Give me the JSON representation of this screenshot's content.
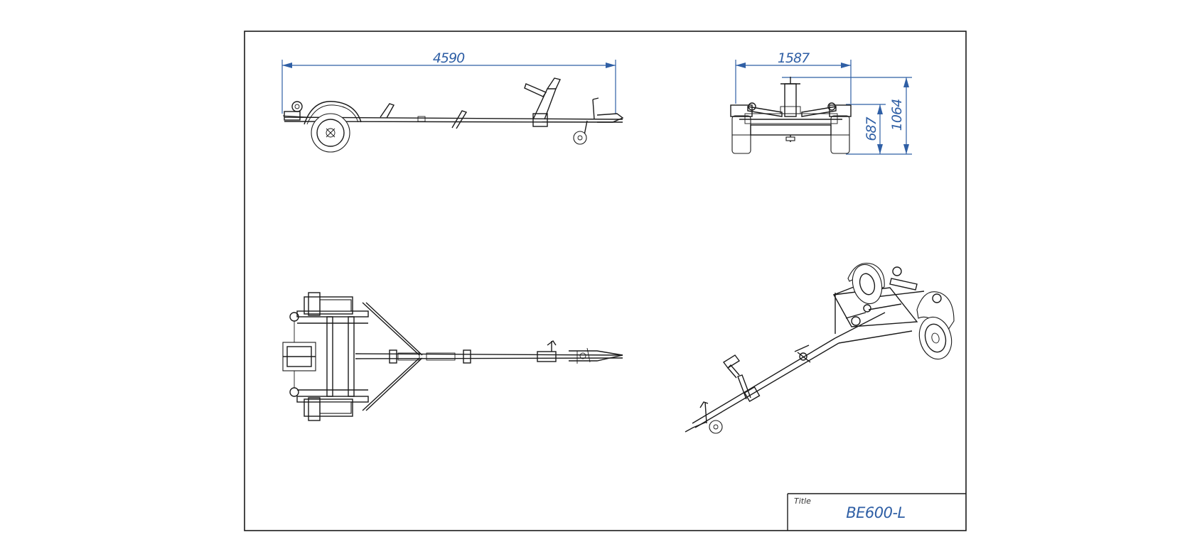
{
  "drawing": {
    "dimensions": {
      "overall_length": "4590",
      "overall_width": "1587",
      "wheel_height": "687",
      "overall_height": "1064"
    },
    "title_block": {
      "label": "Title",
      "title": "BE600-L"
    },
    "colors": {
      "line": "#1a1a1a",
      "dimension": "#2f5fa5",
      "background": "#ffffff"
    }
  }
}
